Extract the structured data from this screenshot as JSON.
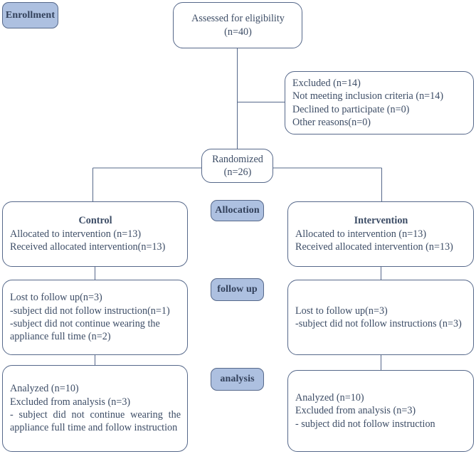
{
  "diagram": {
    "title": "CONSORT participant flow diagram",
    "colors": {
      "badge_fill": "#adc0e0",
      "border": "#56688a",
      "text": "#3d4d66",
      "background": "#ffffff"
    }
  },
  "badges": {
    "enrollment": "Enrollment",
    "allocation": "Allocation",
    "followup": "follow up",
    "analysis": "analysis"
  },
  "nodes": {
    "assessed": {
      "lines": [
        "Assessed for eligibility",
        "(n=40)"
      ]
    },
    "excluded": {
      "lines": [
        "Excluded (n=14)",
        "Not meeting inclusion criteria (n=14)",
        "Declined to participate (n=0)",
        "Other reasons(n=0)"
      ]
    },
    "randomized": {
      "lines": [
        "Randomized",
        "(n=26)"
      ]
    },
    "control": {
      "heading": "Control",
      "lines": [
        "Allocated to intervention (n=13)",
        "Received allocated intervention(n=13)"
      ]
    },
    "intervention": {
      "heading": "Intervention",
      "lines": [
        "Allocated to intervention (n=13)",
        "Received allocated intervention (n=13)"
      ]
    },
    "lost_left": {
      "lines": [
        "Lost to follow up(n=3)",
        "-subject did not follow instruction(n=1)",
        "-subject did not continue wearing the appliance full time (n=2)"
      ]
    },
    "lost_right": {
      "lines": [
        "Lost to follow up(n=3)",
        "-subject did not follow instructions (n=3)"
      ]
    },
    "analysis_left": {
      "lines": [
        "Analyzed (n=10)",
        "Excluded from analysis (n=3)"
      ],
      "justified": "- subject did not continue wearing the appliance full time and follow instruction"
    },
    "analysis_right": {
      "lines": [
        "Analyzed (n=10)",
        "Excluded from analysis (n=3)",
        "- subject did not follow instruction"
      ]
    }
  }
}
